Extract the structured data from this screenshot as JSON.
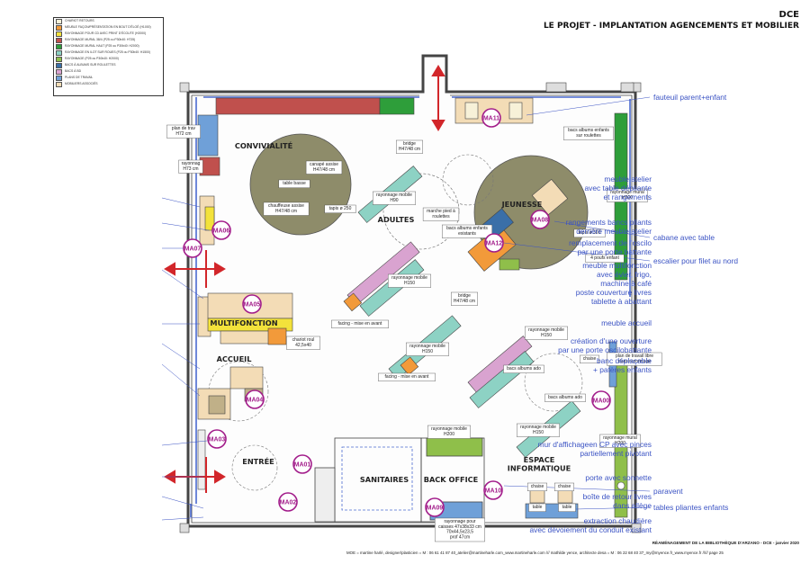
{
  "header": {
    "line1": "DCE",
    "line2": "LE PROJET - IMPLANTATION AGENCEMENTS ET MOBILIER"
  },
  "legend": [
    {
      "label": "CHARIOT RETOURS",
      "color": "#f7f1d8"
    },
    {
      "label": "MEUBLE FAÇON/PRÉSENTATION EN BOUT D'ÉLOÉ (H1000)",
      "color": "#f29a3a"
    },
    {
      "label": "RAYONNAGE POUR CD AVEC PRINT D'ÉCOUTE (H2000)",
      "color": "#f3e23b"
    },
    {
      "label": "RAYONNAGE MURAL 38/4 (P25 ou P30b40: H735)",
      "color": "#c0504d"
    },
    {
      "label": "RAYONNAGE MURAL HAUT (P25 ou P30b40: H2000)",
      "color": "#2e9e3a"
    },
    {
      "label": "RAYONNAGE EN ILOT SUR ROUES (P25 ou P30b40: H1500)",
      "color": "#8dd2c4"
    },
    {
      "label": "RAYONNAGE (P25 ou P30b40: H2000)",
      "color": "#8fbf4a"
    },
    {
      "label": "BACS À ALBUMS SUR ROULETTES",
      "color": "#3a6fa8"
    },
    {
      "label": "BACS À BD",
      "color": "#d9a3d0"
    },
    {
      "label": "PLANS DE TRAVAIL",
      "color": "#6fa0d8"
    },
    {
      "label": "MOBILIERS ASSOCIÉS",
      "color": "#f3dcb6"
    }
  ],
  "zones": {
    "convivialite": "CONVIVIALITÉ",
    "adultes": "ADULTES",
    "jeunesse": "JEUNESSE",
    "multifonction": "MULTIFONCTION",
    "accueil": "ACCUEIL",
    "entree": "ENTRÉE",
    "sanitaires": "SANITAIRES",
    "back_office": "BACK OFFICE",
    "espace_informatique": "ESPACE\nINFORMATIQUE"
  },
  "markers": [
    "MA11",
    "MA06",
    "MA07",
    "MA05",
    "MA08",
    "MA12",
    "MA04",
    "MA03",
    "MA01",
    "MA02",
    "MA09",
    "MA10",
    "MA00"
  ],
  "plan_labels": {
    "plan_travail": "plan de trav\nH72 cm",
    "rayon_h73": "rayonnag\nH73 cm",
    "canape": "canapé assise\nH47/48 cm",
    "table_basse": "table basse",
    "chauffeuse": "chauffeuse assise\nH47/48 cm",
    "bridge1": "bridge\nH47/48 cm",
    "rayon_mobile_h90": "rayonnage mobile\nH90",
    "tapis_250": "tapis ø 250",
    "marche_pied": "marche pied à\nroulettes",
    "bacs_roulettes": "bacs albums enfants\nsur roulettes",
    "rayon_mural_h200": "rayonnage mural\nH200",
    "tapis_300": "tapis ø 300",
    "bacs_existants": "bacs albums enfants\nexistants",
    "poufs": "4 poufs enfant",
    "rayon_mobile_h150a": "rayonnage mobile\nH150",
    "bridge2": "bridge\nH47/48 cm",
    "facing1": "facing - mise en avant",
    "chariot": "chariot roul\n42,5x40",
    "rayon_mobile_h150b": "rayonnage mobile\nH150",
    "rayon_mobile_h150c": "rayonnage mobile\nH150",
    "bacs_ado": "bacs albums ado",
    "facing2": "facing - mise en avant",
    "plan_libre": "plan de travail libre\ndans rayonnage",
    "chaise1": "chaise",
    "bacs_ado2": "bacs albums ado",
    "rayon_mobile_h200": "rayonnage mobile\nH200",
    "rayon_mobile_h150d": "rayonnage mobile\nH150",
    "rayon_mural_h200b": "rayonnage mural\nH200",
    "rayon_caisses": "rayonnage pour\ncaisses 47x38x33 cm\n70x44,5x23,5\nprof 47cm",
    "chaise2": "chaise",
    "chaise3": "chaise",
    "table1": "table",
    "table2": "table"
  },
  "annotations_left": [
    "meuble atelier\navec table dépliante\net rangements",
    "rangements bancs pliants\nderrière meuble atelier",
    "remplacement de l'oscilo\npar une porte battante",
    "meuble multifonction\navec évier, frigo,\nmachine à café\nposte couverture livres\ntablette à abattant",
    "meuble accueil",
    "création d'une ouverture\npar une porte oscilobattante",
    "banc déplaçable\n+ patères enfants",
    "mur d'affichageen CP avec pinces\npartiellement pivotant",
    "porte avec sonnette",
    "boîte de retour livres\ndans allège",
    "extraction chaudière\navec dévoiement du conduit existant"
  ],
  "annotations_right": [
    "fauteuil parent+enfant",
    "cabane avec table",
    "escalier pour filet au nord",
    "paravent",
    "tables pliantes enfants"
  ],
  "footer": {
    "line1": "RÉAMÉNAGEMENT DE LA BIBLIOTHÈQUE D'ARZANO - DCE - janvier 2020",
    "line2": "MOE = martine harlé, designer/plasticien = M : 06 61 41 87 40_atelier@martineharle.com_www.martineharle.com /// mathilde yence, architecte desa = M : 06 22 68 40 37_my@myence.fr_www.myence.fr /////  page 25"
  },
  "colors": {
    "marker": "#a21c8a",
    "annotation": "#3b53c4",
    "arrow": "#d2262a",
    "blue_wall": "#4a6ad0"
  }
}
